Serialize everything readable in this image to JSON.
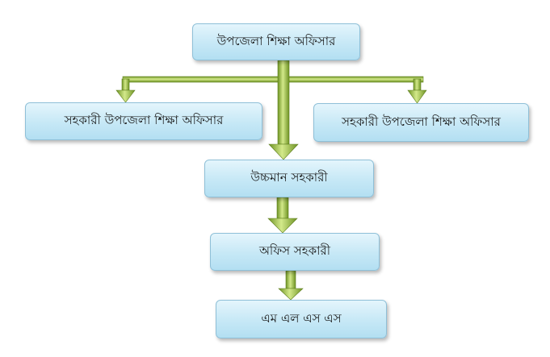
{
  "diagram": {
    "nodes": {
      "top": "উপজেলা শিক্ষা অফিসার",
      "left": "সহকারী উপজেলা শিক্ষা অফিসার",
      "right": "সহকারী উপজেলা শিক্ষা অফিসার",
      "upper_assistant": "উচ্চমান সহকারী",
      "office_assistant": "অফিস সহকারী",
      "mlss": "এম এল এস এস"
    },
    "edges": [
      {
        "from": "top",
        "to": "left"
      },
      {
        "from": "top",
        "to": "right"
      },
      {
        "from": "top",
        "to": "upper_assistant"
      },
      {
        "from": "upper_assistant",
        "to": "office_assistant"
      },
      {
        "from": "office_assistant",
        "to": "mlss"
      }
    ],
    "colors": {
      "arrow_light": "#c8df78",
      "arrow_dark": "#6a8f20",
      "box_fill": "#c6e8f6",
      "box_border": "#8fc0d8"
    }
  }
}
